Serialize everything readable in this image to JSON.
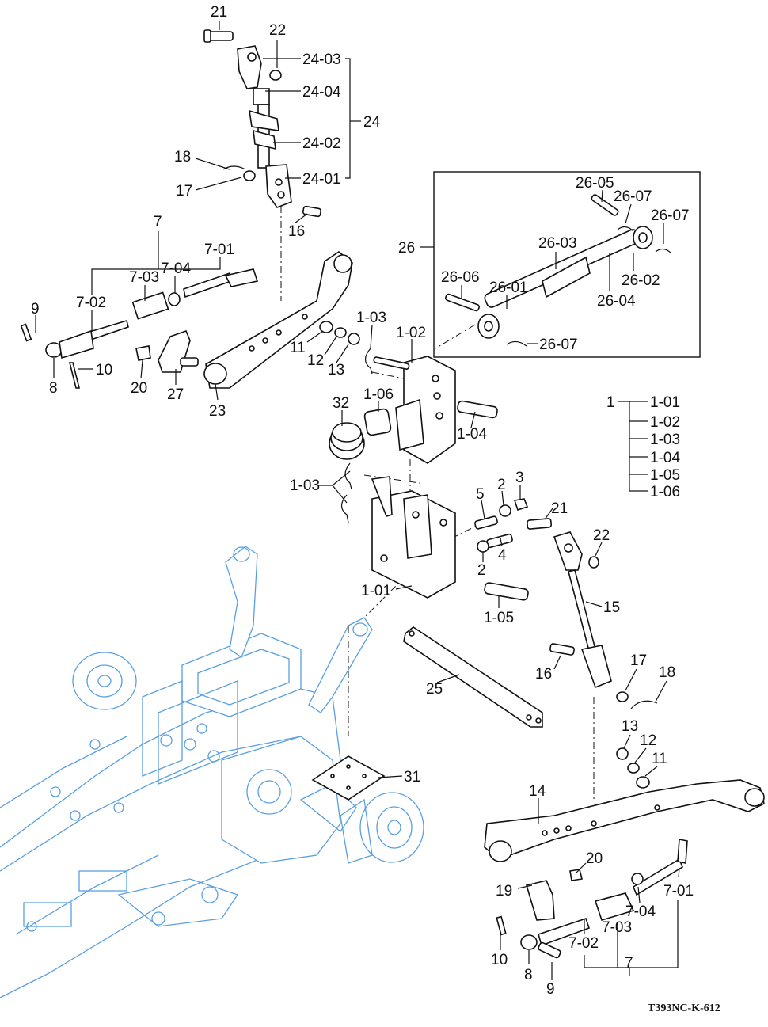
{
  "drawing": {
    "reference": "T393NC-K-612",
    "callouts": {
      "c21a": "21",
      "c22a": "22",
      "c24_03": "24-03",
      "c24_04": "24-04",
      "c24": "24",
      "c24_02": "24-02",
      "c18a": "18",
      "c24_01": "24-01",
      "c17a": "17",
      "c16a": "16",
      "c26_05": "26-05",
      "c26_07a": "26-07",
      "c26_07b": "26-07",
      "c26": "26",
      "c26_03": "26-03",
      "c26_06": "26-06",
      "c26_02": "26-02",
      "c26_01": "26-01",
      "c26_04": "26-04",
      "c26_07c": "26-07",
      "c7a": "7",
      "c7_01a": "7-01",
      "c7_04a": "7-04",
      "c7_03a": "7-03",
      "c7_02a": "7-02",
      "c9a": "9",
      "c10a": "10",
      "c8a": "8",
      "c20a": "20",
      "c27": "27",
      "c23": "23",
      "c11a": "11",
      "c12a": "12",
      "c13a": "13",
      "c1_03a": "1-03",
      "c1_02": "1-02",
      "c32": "32",
      "c1_06": "1-06",
      "c1_04": "1-04",
      "c1_03b": "1-03",
      "c5": "5",
      "c2a": "2",
      "c3": "3",
      "c4": "4",
      "c2b": "2",
      "c21b": "21",
      "c22b": "22",
      "c1_01": "1-01",
      "c1_05": "1-05",
      "c15": "15",
      "c16b": "16",
      "c17b": "17",
      "c18b": "18",
      "c25": "25",
      "c31": "31",
      "c13b": "13",
      "c12b": "12",
      "c11b": "11",
      "c14": "14",
      "c20b": "20",
      "c19": "19",
      "c7_01b": "7-01",
      "c7_04b": "7-04",
      "c7_03b": "7-03",
      "c7_02b": "7-02",
      "c7b": "7",
      "c10b": "10",
      "c8b": "8",
      "c9b": "9"
    },
    "legend": {
      "group": "1",
      "items": [
        "1-01",
        "1-02",
        "1-03",
        "1-04",
        "1-05",
        "1-06"
      ]
    }
  }
}
